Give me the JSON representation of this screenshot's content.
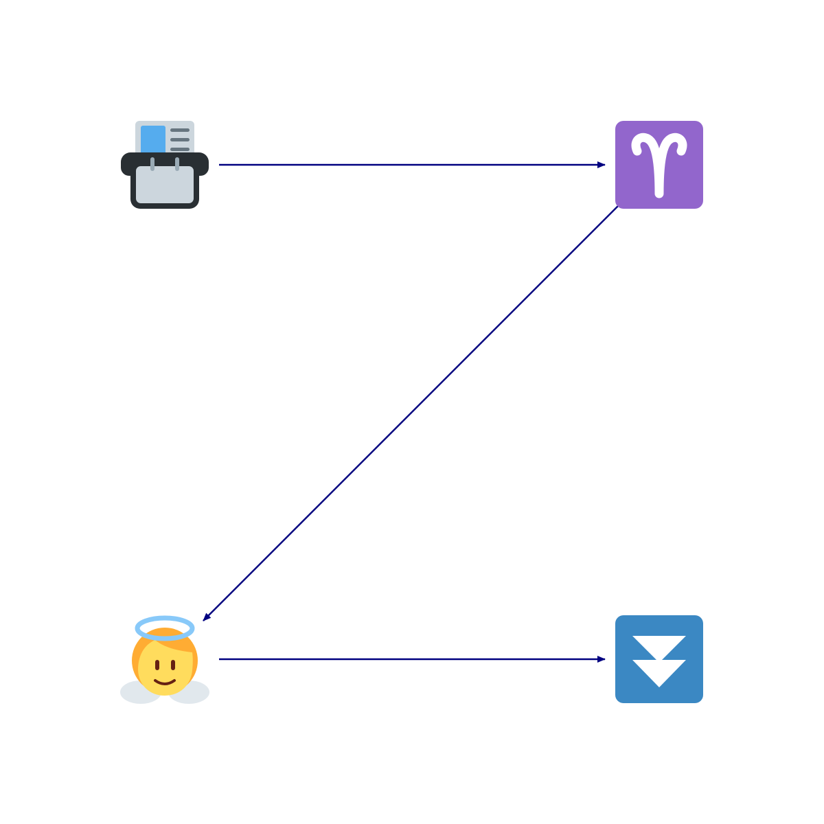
{
  "diagram": {
    "nodes": [
      {
        "id": "card-index",
        "icon": "card-index-icon"
      },
      {
        "id": "aries",
        "icon": "aries-icon",
        "color": "#9266CC"
      },
      {
        "id": "baby-angel",
        "icon": "baby-angel-icon"
      },
      {
        "id": "fast-down",
        "icon": "fast-down-button-icon",
        "color": "#3B88C3"
      }
    ],
    "edges": [
      {
        "from": "card-index",
        "to": "aries"
      },
      {
        "from": "aries",
        "to": "baby-angel"
      },
      {
        "from": "baby-angel",
        "to": "fast-down"
      }
    ],
    "colors": {
      "edge": "#000080",
      "background": "#FFFFFF"
    }
  }
}
